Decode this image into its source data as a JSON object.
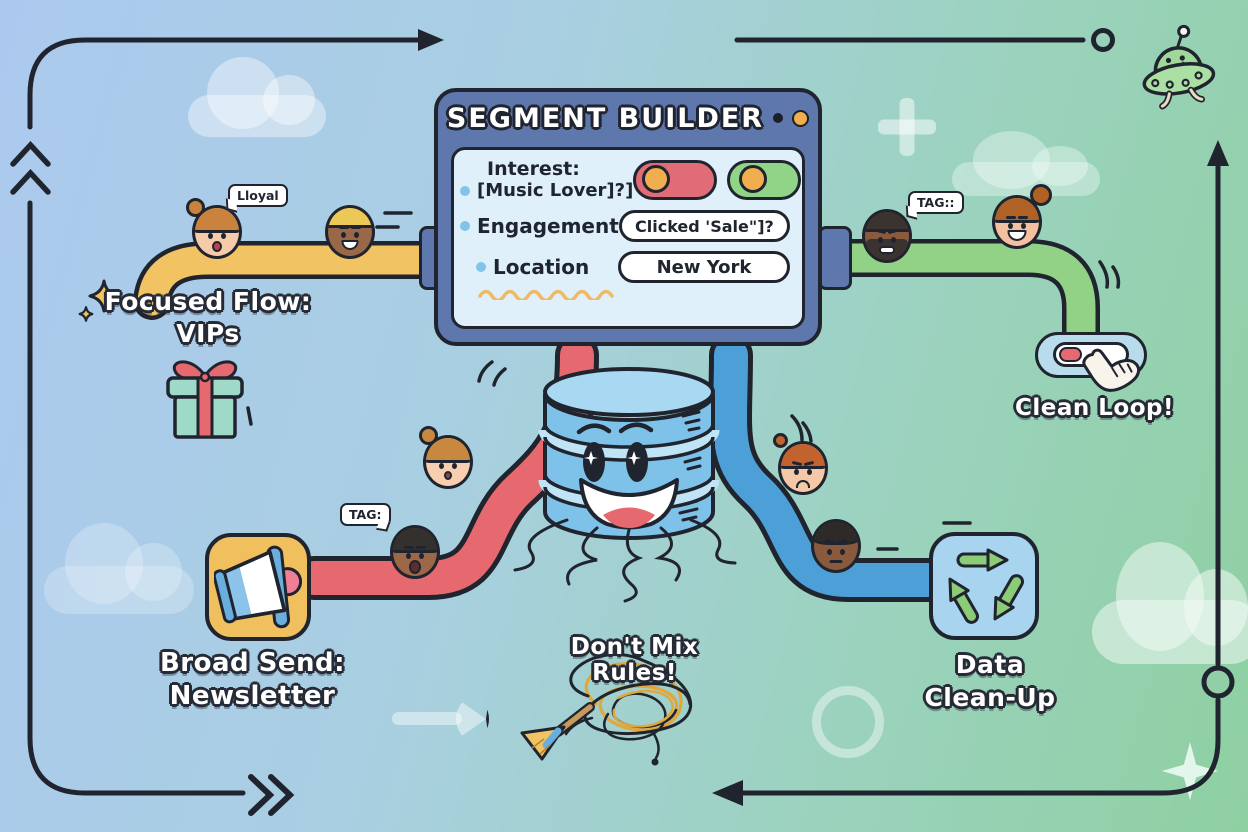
{
  "panel": {
    "title": "SEGMENT BUILDER",
    "interest": {
      "label_line1": "Interest:",
      "label_line2": "[Music Lover]?]"
    },
    "engagement": {
      "label": "Engagement",
      "value": "Clicked 'Sale\"]?"
    },
    "location": {
      "label": "Location",
      "value": "New York"
    }
  },
  "flows": {
    "vip": {
      "title": "Focused Flow:",
      "subtitle": "VIPs"
    },
    "newsletter": {
      "title": "Broad Send:",
      "subtitle": "Newsletter"
    },
    "cleanup": {
      "title": "Data",
      "subtitle": "Clean-Up"
    },
    "clean_loop": {
      "label": "Clean Loop!"
    },
    "warning": {
      "label": "Don't Mix Rules!"
    }
  },
  "bubbles": {
    "loyal": "Lloyal",
    "tag_green": "TAG::",
    "tag_red": "TAG:"
  },
  "icons": [
    "gift-icon",
    "megaphone-icon",
    "recycle-icon",
    "ufo-icon",
    "broom-icon",
    "database-icon",
    "hand-cursor-icon",
    "sparkle-icon"
  ],
  "colors": {
    "path_yellow": "#f2c363",
    "path_green": "#92d287",
    "path_red": "#e5696f",
    "path_blue": "#4d9fd8",
    "panel": "#5e78ad",
    "screen": "#dff0fa",
    "toggle_red": "#e06c77",
    "toggle_green": "#90d488",
    "knob_orange": "#f0ae4e",
    "outline": "#20242e",
    "bg_left": "#abc9ee",
    "bg_right": "#8fd0a2"
  }
}
